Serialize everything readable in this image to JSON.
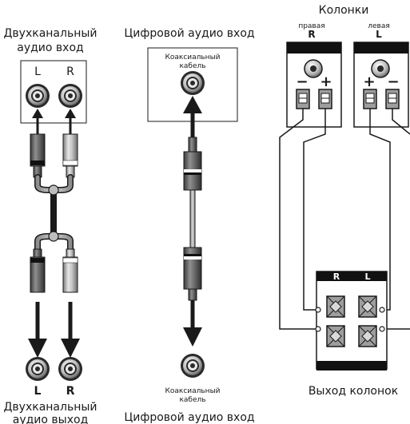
{
  "labels": {
    "stereo_in_title_line1": "Двухканальный",
    "stereo_in_title_line2": "аудио вход",
    "stereo_out_title_line1": "Двухканальный",
    "stereo_out_title_line2": "аудио выход",
    "digital_in_title": "Цифровой аудио вход",
    "digital_out_title": "Цифровой аудио вход",
    "coax_top_line1": "Коаксиальный",
    "coax_top_line2": "кабель",
    "coax_bottom_line1": "Коаксиальный",
    "coax_bottom_line2": "кабель",
    "speakers_title": "Колонки",
    "right_speaker_caption": "правая",
    "left_speaker_caption": "левая",
    "right_speaker_letter": "R",
    "left_speaker_letter": "L",
    "jack_in_left": "L",
    "jack_in_right": "R",
    "jack_out_left": "L",
    "jack_out_right": "R",
    "terminal_r": "R",
    "terminal_l": "L",
    "speaker_output_title": "Выход колонок",
    "minus": "−",
    "plus": "+"
  },
  "colors": {
    "ink": "#1a1a1a",
    "cable_gray": "#b5b5b5",
    "connector_dark": "#6b6b6b",
    "connector_light": "#d9d9d9",
    "terminal_gray": "#9e9e9e",
    "band_black": "#111111",
    "band_white": "#ffffff"
  },
  "icons": [
    "rca-jack-icon",
    "rca-plug-icon",
    "arrow-up-icon",
    "arrow-down-icon",
    "speaker-cone-icon",
    "spring-terminal-icon"
  ]
}
